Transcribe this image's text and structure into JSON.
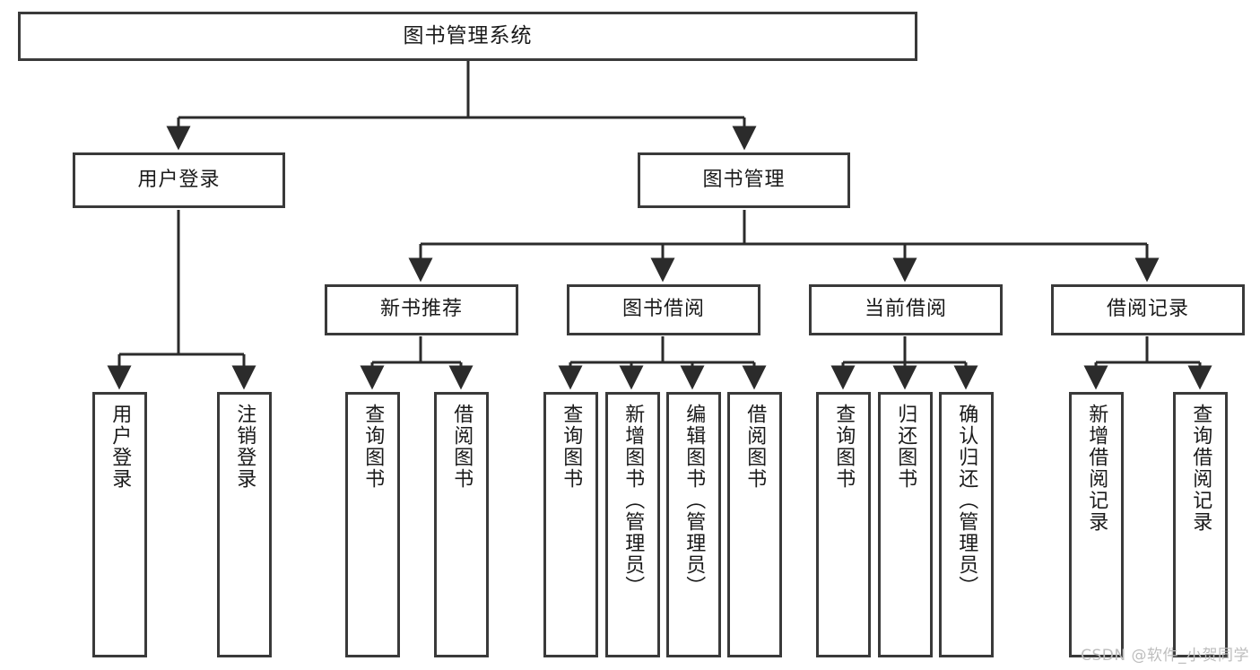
{
  "diagram": {
    "title": "图书管理系统",
    "watermark": "CSDN @软件_小贺同学",
    "colors": {
      "box_border": "#3a3a3a",
      "box_fill": "#ffffff",
      "edge": "#2b2b2b",
      "text": "#1a1a1a",
      "watermark": "#bdbdbd",
      "background": "#ffffff"
    },
    "root": {
      "label": "图书管理系统"
    },
    "level2": [
      {
        "label": "用户登录"
      },
      {
        "label": "图书管理"
      }
    ],
    "level3": [
      {
        "label": "新书推荐"
      },
      {
        "label": "图书借阅"
      },
      {
        "label": "当前借阅"
      },
      {
        "label": "借阅记录"
      }
    ],
    "leaves": {
      "user_login": [
        {
          "label": "用户登录"
        },
        {
          "label": "注销登录"
        }
      ],
      "new_book_recommend": [
        {
          "label": "查询图书"
        },
        {
          "label": "借阅图书"
        }
      ],
      "book_borrow": [
        {
          "label": "查询图书"
        },
        {
          "label": "新增图书（管理员）"
        },
        {
          "label": "编辑图书（管理员）"
        },
        {
          "label": "借阅图书"
        }
      ],
      "current_borrow": [
        {
          "label": "查询图书"
        },
        {
          "label": "归还图书"
        },
        {
          "label": "确认归还（管理员）"
        }
      ],
      "borrow_record": [
        {
          "label": "新增借阅记录"
        },
        {
          "label": "查询借阅记录"
        }
      ]
    }
  }
}
